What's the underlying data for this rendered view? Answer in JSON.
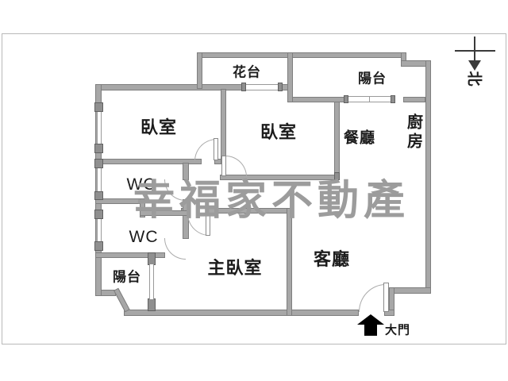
{
  "watermark": "幸福家不動產",
  "compass": {
    "north_label": "北"
  },
  "rooms": {
    "bedroom_top_left": "臥室",
    "bedroom_top_center": "臥室",
    "master_bedroom": "主臥室",
    "living_room": "客廳",
    "dining_room": "餐廳",
    "kitchen": "廚房",
    "wc_upper": "WC",
    "wc_lower": "WC",
    "balcony_top": "陽台",
    "balcony_bottom": "陽台",
    "flower_stand": "花台"
  },
  "entrance": {
    "label": "大門"
  },
  "colors": {
    "wall": "#a7a7a7",
    "wall_edge": "#7e7e7e",
    "watermark": "#9c9c9c",
    "text": "#1c1c1c",
    "arrow": "#000000"
  }
}
